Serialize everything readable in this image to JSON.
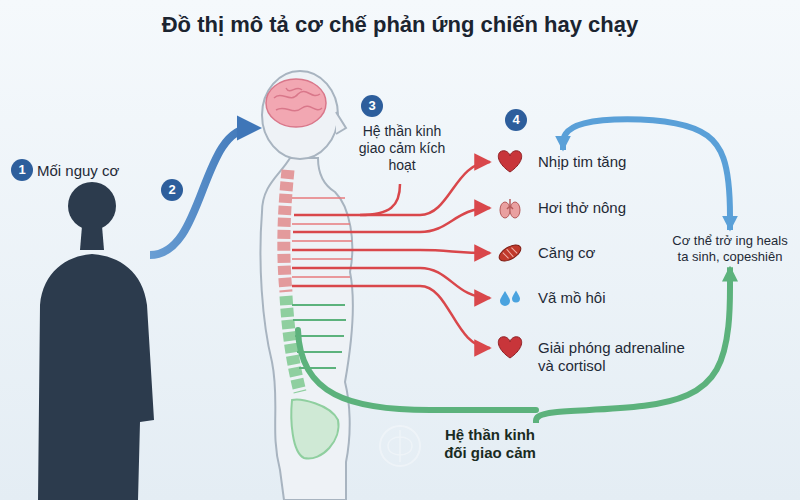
{
  "diagram": {
    "title": "Đồ thị mô tả cơ chế phản ứng chiến hay chạy",
    "nodes": [
      {
        "text": [
          "Mối nguy cơ"
        ]
      },
      {
        "text": [
          "Hệ thần kinh giao cảm kích hoạt"
        ]
      },
      {
        "text": [
          "Nhịp tim tăng"
        ]
      },
      {
        "text": [
          "Hơi thở nông"
        ]
      },
      {
        "text": [
          "Căng cơ"
        ]
      },
      {
        "text": [
          "Vã mồ hôi"
        ]
      },
      {
        "text": [
          "Giải phóng adrenaline và cortisol"
        ]
      },
      {
        "text": [
          "Cơ thể trở ing heals ta sinh, copeshiên"
        ]
      },
      {
        "text": [
          "Hệ thần kinh đối giao cảm"
        ]
      }
    ],
    "edges": [
      {
        "from": 2,
        "to": 7,
        "arrow": "both"
      },
      {
        "from": 8,
        "to": 7,
        "arrow": "to"
      }
    ],
    "labels": [
      "1",
      "2",
      "3",
      "4"
    ]
  }
}
